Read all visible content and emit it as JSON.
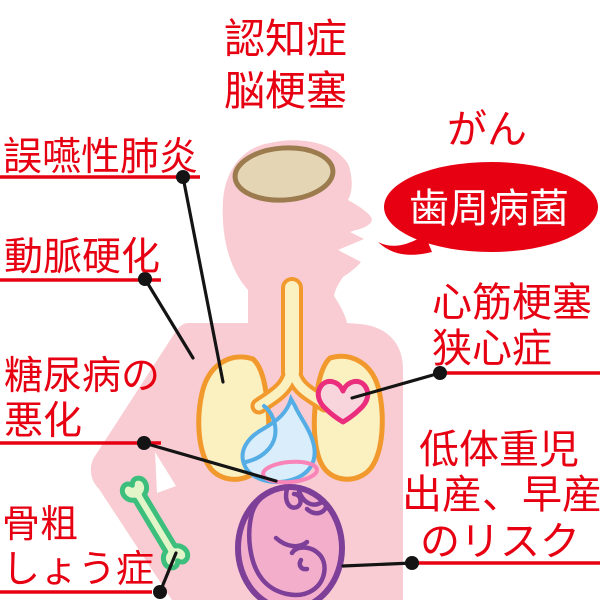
{
  "palette": {
    "label_red": "#E60012",
    "body_pink": "#F8CCD2",
    "brain_fill": "#E4D6B4",
    "brain_stroke": "#9C7B4E",
    "lung_fill": "#FBF0C0",
    "lung_stroke": "#F2992E",
    "heart_fill": "#F8D5DC",
    "heart_stroke": "#EA2E7D",
    "stomach_fill": "#D9EDFB",
    "stomach_stroke": "#54ADE4",
    "duodenum_oval_stroke": "#F884B8",
    "uterus_fill": "#F3AECB",
    "uterus_stroke": "#7D3F98",
    "bone_fill": "#E2F5C8",
    "bone_stroke": "#3CBE7C",
    "pointer_black": "#141414",
    "bubble_fill": "#E60012",
    "bubble_text": "#FFFFFF"
  },
  "labels": {
    "dementia_stroke": {
      "lines": [
        "認知症",
        "脳梗塞"
      ]
    },
    "aspiration_pneumonia": {
      "lines": [
        "誤嚥性肺炎"
      ]
    },
    "arteriosclerosis": {
      "lines": [
        "動脈硬化"
      ]
    },
    "diabetes_worsening": {
      "lines": [
        "糖尿病の",
        "悪化"
      ]
    },
    "osteoporosis": {
      "lines": [
        "骨粗",
        "しょう症"
      ]
    },
    "cancer": {
      "lines": [
        "がん"
      ]
    },
    "heart_disease": {
      "lines": [
        "心筋梗塞",
        "狭心症"
      ]
    },
    "preterm_birth_risk": {
      "lines": [
        "低体重児",
        "出産、早産",
        "のリスク"
      ]
    }
  },
  "speech_bubble": {
    "text": "歯周病菌"
  }
}
